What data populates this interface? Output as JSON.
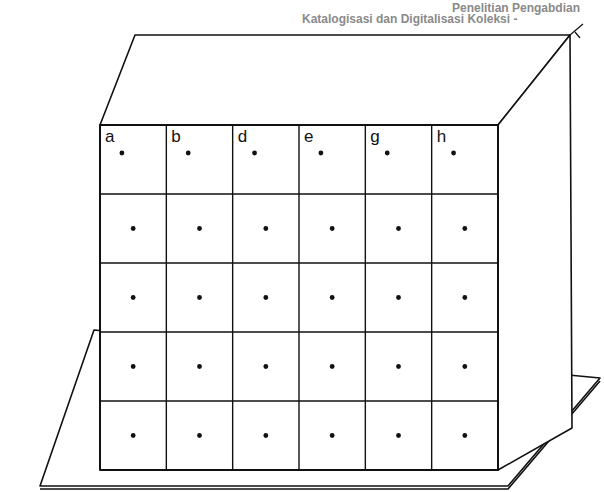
{
  "diagram": {
    "nodes": [
      {
        "text": [
          "a"
        ]
      },
      {
        "text": [
          "b"
        ]
      },
      {
        "text": [
          "d"
        ]
      },
      {
        "text": [
          "e"
        ]
      },
      {
        "text": [
          "g"
        ]
      },
      {
        "text": [
          "h"
        ]
      }
    ],
    "labels": [
      "Penelitian Pengabdian",
      "Katalogisasi dan Digitalisasi Koleksi -"
    ]
  }
}
